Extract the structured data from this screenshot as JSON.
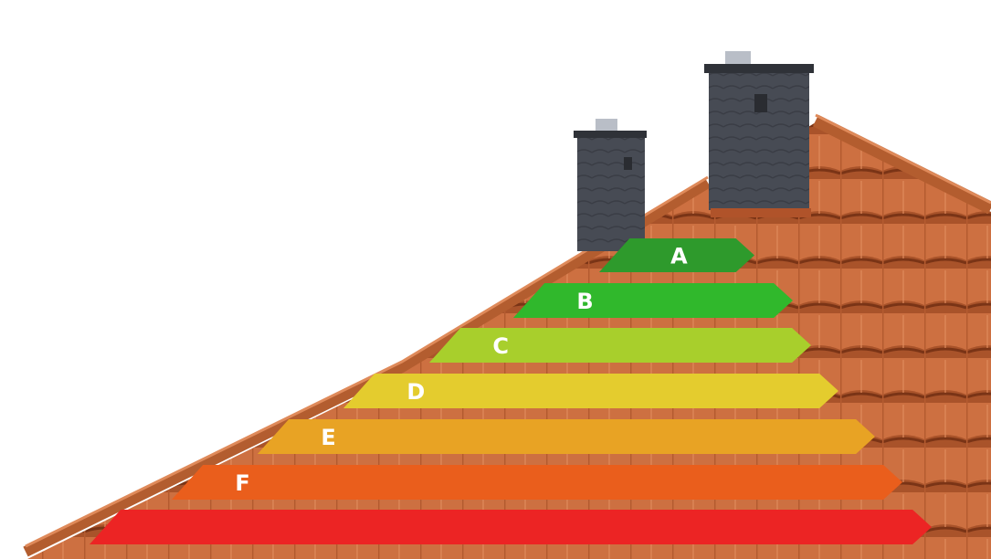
{
  "energy_scale": {
    "bands": [
      {
        "label": "A",
        "color": "#2e9a2c"
      },
      {
        "label": "B",
        "color": "#30b82c"
      },
      {
        "label": "C",
        "color": "#a8cf2c"
      },
      {
        "label": "D",
        "color": "#e4cc2e"
      },
      {
        "label": "E",
        "color": "#e8a324"
      },
      {
        "label": "F",
        "color": "#ea5e1c"
      },
      {
        "label": "",
        "color": "#ec2424"
      }
    ]
  },
  "colors": {
    "background": "#ffffff",
    "roof_tile": "#c96a3a",
    "roof_tile_dark": "#8f3f1c",
    "chimney": "#4a4e57",
    "chimney_cap": "#2f3238"
  }
}
